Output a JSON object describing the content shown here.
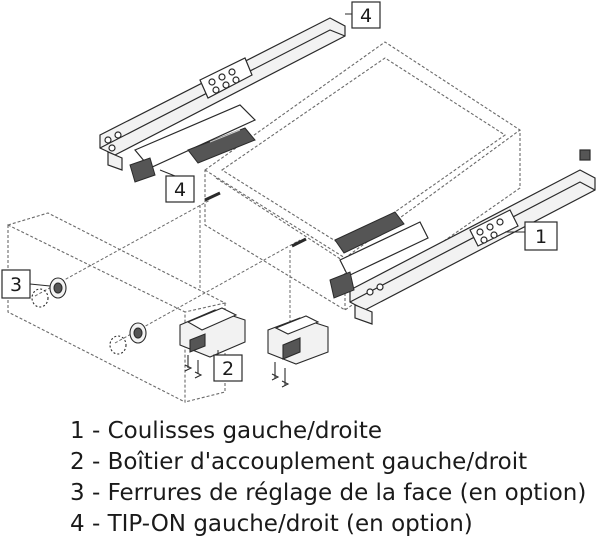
{
  "callouts": {
    "c1": "1",
    "c2": "2",
    "c3": "3",
    "c4_top": "4",
    "c4_mid": "4"
  },
  "legend": [
    {
      "num": "1",
      "sep": " - ",
      "text": "Coulisses gauche/droite"
    },
    {
      "num": "2",
      "sep": " - ",
      "text": "Boîtier d'accouplement gauche/droit"
    },
    {
      "num": "3",
      "sep": " - ",
      "text": "Ferrures de réglage de la face (en option)"
    },
    {
      "num": "4",
      "sep": " - ",
      "text": "TIP-ON gauche/droit (en option)"
    }
  ],
  "colors": {
    "line": "#2a2a2a",
    "part_fill": "#f2f2f2",
    "dark_part": "#555555",
    "dashed": "#6a6a6a"
  }
}
